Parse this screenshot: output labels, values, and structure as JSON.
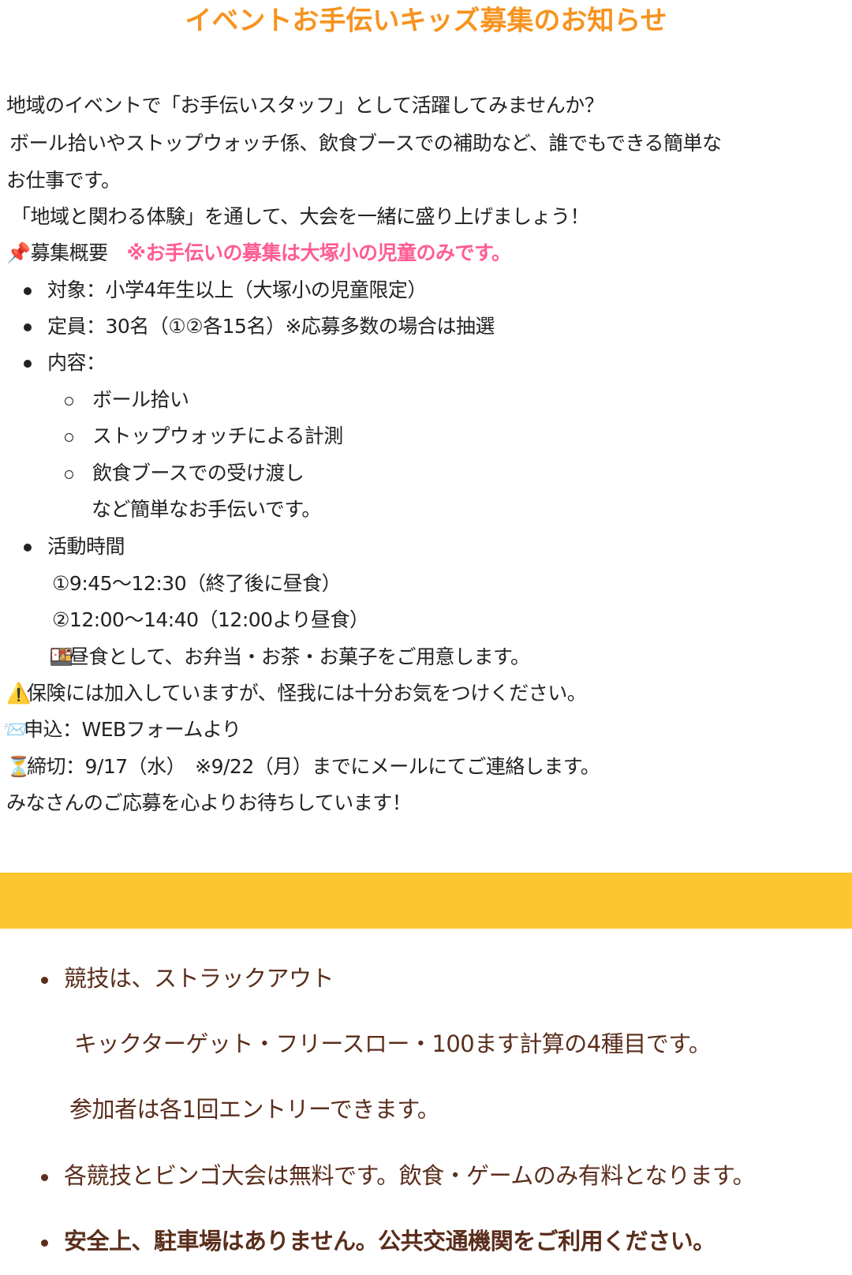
{
  "title": "イベントお手伝いキッズ募集のお知らせ",
  "intro": [
    "地域のイベントで「お手伝いスタッフ」として活躍してみませんか？",
    "ボール拾いやストップウォッチ係、飲食ブースでの補助など、誰でもできる簡単な",
    "お仕事です。",
    "「地域と関わる体験」を通して、大会を一緒に盛り上げましょう！"
  ],
  "overview": {
    "icon": "📌",
    "label": "募集概要",
    "note": "※お手伝いの募集は大塚小の児童のみです。"
  },
  "bullets": {
    "target": "対象：小学4年生以上（大塚小の児童限定）",
    "capacity": "定員：30名（①②各15名）※応募多数の場合は抽選",
    "content": "内容：",
    "tasks": [
      "ボール拾い",
      "ストップウォッチによる計測",
      "飲食ブースでの受け渡し"
    ],
    "tasks_after": "など簡単なお手伝いです。",
    "time": "活動時間",
    "slots": [
      "①9:45〜12:30（終了後に昼食）",
      "②12:00〜14:40（12:00より昼食）"
    ],
    "lunch_icon": "🍱",
    "lunch": "昼食として、お弁当・お茶・お菓子をご用意します。"
  },
  "insurance": {
    "icon": "⚠️",
    "text": "保険には加入していますが、怪我には十分お気をつけください。"
  },
  "apply": {
    "icon": "📨",
    "text": "申込：WEBフォームより"
  },
  "deadline": {
    "icon": "⏳",
    "text": "締切：9/17（水）　※9/22（月）までにメールにてご連絡します。"
  },
  "closing": "みなさんのご応募を心よりお待ちしています！",
  "colors": {
    "title": "#f7931e",
    "note": "#ff5c93",
    "band": "#fdc52f",
    "lower_text": "#5a2e1c"
  },
  "lower": {
    "item1": "競技は、ストラックアウト",
    "item1_cont1": "キックターゲット・フリースロー・100ます計算の4種目です。",
    "item1_cont2": "参加者は各1回エントリーできます。",
    "item2": "各競技とビンゴ大会は無料です。飲食・ゲームのみ有料となります。",
    "item3": "安全上、駐車場はありません。公共交通機関をご利用ください。"
  }
}
